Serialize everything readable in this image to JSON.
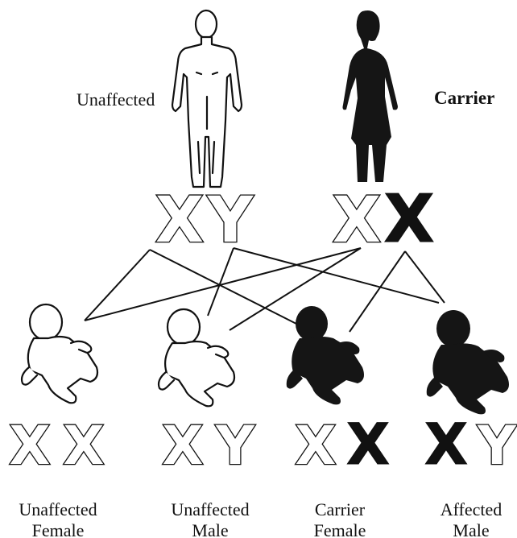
{
  "parents": {
    "father": {
      "label": "Unaffected",
      "chromosomes": [
        {
          "letter": "X",
          "style": "outline"
        },
        {
          "letter": "Y",
          "style": "outline"
        }
      ]
    },
    "mother": {
      "label": "Carrier",
      "chromosomes": [
        {
          "letter": "X",
          "style": "outline"
        },
        {
          "letter": "X",
          "style": "solid"
        }
      ]
    }
  },
  "children": [
    {
      "line1": "Unaffected",
      "line2": "Female",
      "figure": "light",
      "chromosomes": [
        {
          "letter": "X",
          "style": "outline"
        },
        {
          "letter": "X",
          "style": "outline"
        }
      ]
    },
    {
      "line1": "Unaffected",
      "line2": "Male",
      "figure": "light",
      "chromosomes": [
        {
          "letter": "X",
          "style": "outline"
        },
        {
          "letter": "Y",
          "style": "outline"
        }
      ]
    },
    {
      "line1": "Carrier",
      "line2": "Female",
      "figure": "dark",
      "chromosomes": [
        {
          "letter": "X",
          "style": "outline"
        },
        {
          "letter": "X",
          "style": "solid"
        }
      ]
    },
    {
      "line1": "Affected",
      "line2": "Male",
      "figure": "dark",
      "chromosomes": [
        {
          "letter": "X",
          "style": "solid"
        },
        {
          "letter": "Y",
          "style": "outline"
        }
      ]
    }
  ]
}
